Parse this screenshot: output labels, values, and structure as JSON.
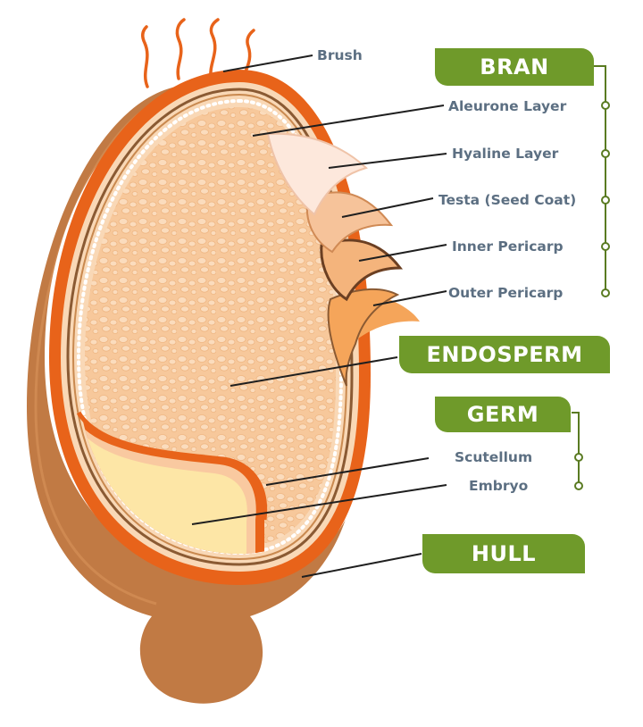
{
  "groups": {
    "bran": "BRAN",
    "endosperm": "ENDOSPERM",
    "germ": "GERM",
    "hull": "HULL"
  },
  "labels": {
    "brush": "Brush",
    "aleurone": "Aleurone Layer",
    "hyaline": "Hyaline Layer",
    "testa": "Testa (Seed Coat)",
    "inner_pericarp": "Inner Pericarp",
    "outer_pericarp": "Outer Pericarp",
    "scutellum": "Scutellum",
    "embryo": "Embryo"
  },
  "colors": {
    "badge_green": "#6f9a2a",
    "label_text": "#5c6f82",
    "hull": "#c17a44",
    "orange": "#e86c1c",
    "endosperm": "#f7c89b",
    "embryo": "#fde6a6"
  }
}
